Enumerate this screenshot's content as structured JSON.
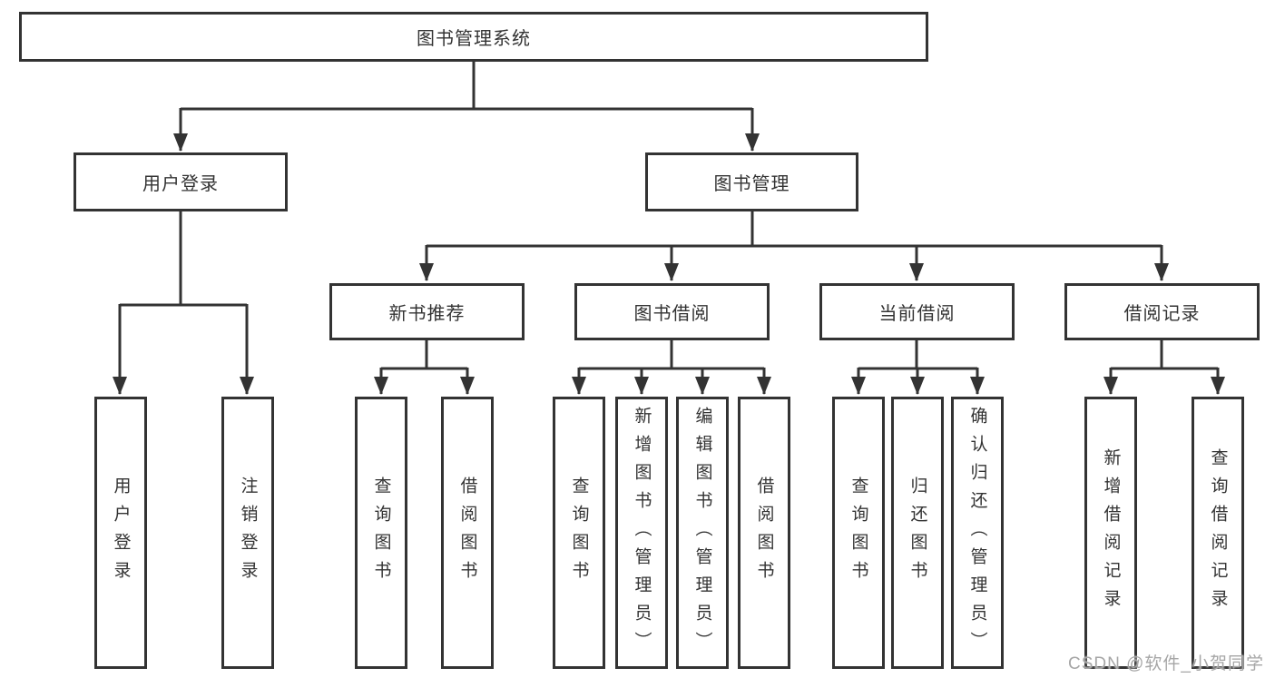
{
  "diagram": {
    "root": {
      "label": "图书管理系统"
    },
    "level2": [
      {
        "label": "用户登录"
      },
      {
        "label": "图书管理"
      }
    ],
    "level3": [
      {
        "label": "新书推荐"
      },
      {
        "label": "图书借阅"
      },
      {
        "label": "当前借阅"
      },
      {
        "label": "借阅记录"
      }
    ],
    "leaves": {
      "user_login": [
        {
          "label": "用户登录"
        },
        {
          "label": "注销登录"
        }
      ],
      "new_book_recommend": [
        {
          "label": "查询图书"
        },
        {
          "label": "借阅图书"
        }
      ],
      "book_borrow": [
        {
          "label": "查询图书"
        },
        {
          "label": "新增图书（管理员）"
        },
        {
          "label": "编辑图书（管理员）"
        },
        {
          "label": "借阅图书"
        }
      ],
      "current_borrow": [
        {
          "label": "查询图书"
        },
        {
          "label": "归还图书"
        },
        {
          "label": "确认归还（管理员）"
        }
      ],
      "borrow_records": [
        {
          "label": "新增借阅记录"
        },
        {
          "label": "查询借阅记录"
        }
      ]
    }
  },
  "watermark": {
    "text": "CSDN @软件_小贺同学"
  },
  "colors": {
    "line": "#333333",
    "text": "#333333",
    "background": "#ffffff",
    "watermark": "#a6a6a6"
  }
}
